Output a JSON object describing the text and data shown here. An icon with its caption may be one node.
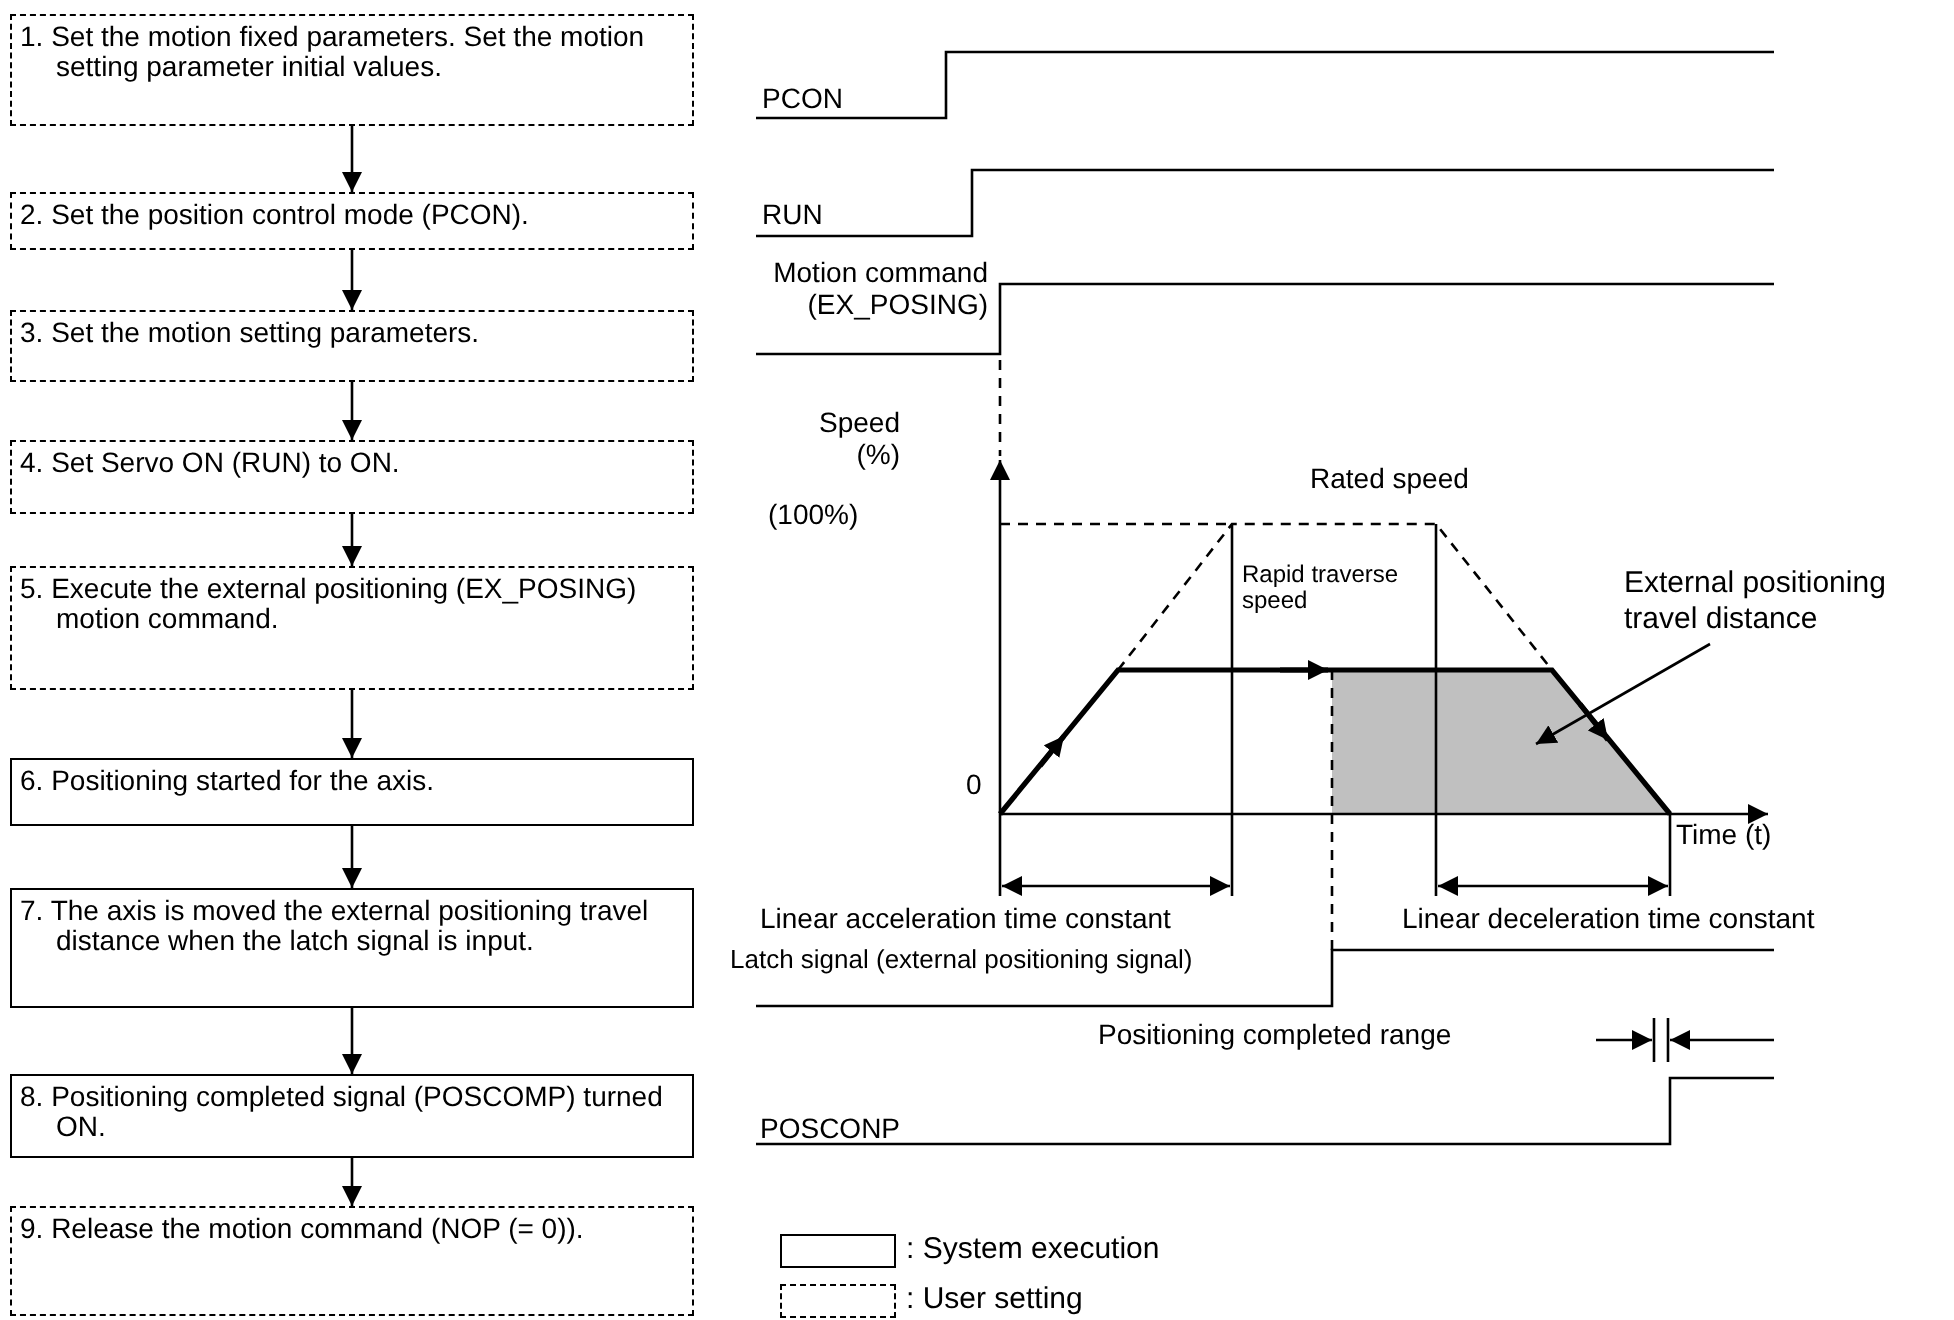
{
  "diagram": {
    "nodes": [
      {
        "text": [
          "1. Set the motion fixed parameters. Set the motion setting parameter initial values."
        ]
      },
      {
        "text": [
          "2. Set the position control mode (PCON)."
        ]
      },
      {
        "text": [
          "3. Set the motion setting parameters."
        ]
      },
      {
        "text": [
          "4. Set Servo ON (RUN) to ON."
        ]
      },
      {
        "text": [
          "5. Execute the external positioning (EX_POSING) motion command."
        ]
      },
      {
        "text": [
          "6. Positioning started for the axis."
        ]
      },
      {
        "text": [
          "7. The axis is moved the external positioning travel distance when the latch signal is input."
        ]
      },
      {
        "text": [
          "8. Positioning completed signal (POSCOMP) turned ON."
        ]
      },
      {
        "text": [
          "9. Release the motion command (NOP (= 0))."
        ]
      },
      {
        "text": [
          "External positioning travel distance"
        ]
      },
      {
        "text": [],
        "shape": "area"
      }
    ],
    "edges": [
      {
        "from": 0,
        "to": 1,
        "arrow": "to"
      },
      {
        "from": 1,
        "to": 2,
        "arrow": "to"
      },
      {
        "from": 2,
        "to": 3,
        "arrow": "to"
      },
      {
        "from": 3,
        "to": 4,
        "arrow": "to"
      },
      {
        "from": 4,
        "to": 5,
        "arrow": "to"
      },
      {
        "from": 5,
        "to": 6,
        "arrow": "to"
      },
      {
        "from": 6,
        "to": 7,
        "arrow": "to"
      },
      {
        "from": 7,
        "to": 8,
        "arrow": "to"
      },
      {
        "from": 9,
        "to": 10,
        "arrow": "to"
      }
    ],
    "labels": [
      "PCON",
      "RUN",
      "Motion command (EX_POSING)",
      "Speed (%)",
      "Rated speed",
      "(100%)",
      "Rapid traverse speed",
      "0",
      "Time (t)",
      "Linear acceleration time constant",
      "Linear deceleration time constant",
      "Latch signal (external positioning signal)",
      "Positioning completed range",
      "POSCONP"
    ],
    "legend": [
      {
        "text": ": System execution"
      },
      {
        "text": ": User setting"
      }
    ]
  }
}
